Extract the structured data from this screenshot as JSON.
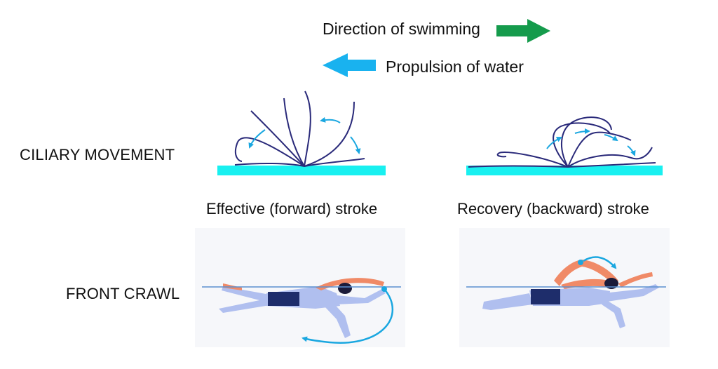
{
  "legend": {
    "direction_label": "Direction of swimming",
    "propulsion_label": "Propulsion of water",
    "direction_color": "#159b4c",
    "propulsion_color": "#19b2ef"
  },
  "rows": {
    "ciliary_label": "CILIARY MOVEMENT",
    "crawl_label": "FRONT CRAWL"
  },
  "strokes": {
    "effective_label": "Effective (forward) stroke",
    "recovery_label": "Recovery (backward) stroke"
  },
  "colors": {
    "cilia": "#2a2a7a",
    "surface": "#19f0f0",
    "arrow": "#1aa7e0",
    "water_line": "#5a8fd0",
    "swimmer_water": "#a9b9ee",
    "swimmer_skin": "#f08a67",
    "trunks": "#1e2d6b",
    "cap": "#1b1b3a"
  }
}
